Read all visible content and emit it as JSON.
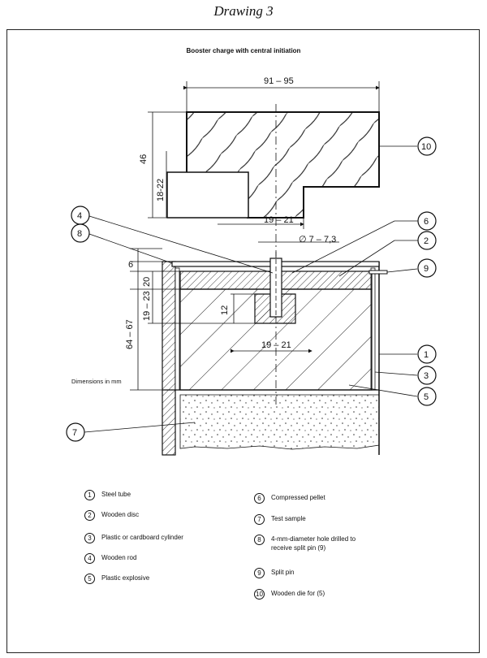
{
  "title": "Drawing 3",
  "caption": "Booster charge with central initiation",
  "dimensions": {
    "top_width": "91 – 95",
    "die_height": "46",
    "step_height": "18-22",
    "step_width": "19 – 21",
    "hole_diameter": "∅ 7 – 7,3",
    "disc_thickness": "6",
    "cyl_top": "20",
    "pellet_recess": "19 – 23",
    "pellet_height": "12",
    "total_height": "64 – 67",
    "pellet_width": "19 – 21",
    "units_note": "Dimensions in mm"
  },
  "callouts": [
    "1",
    "2",
    "3",
    "4",
    "5",
    "6",
    "7",
    "8",
    "9",
    "10"
  ],
  "legend": [
    {
      "num": "1",
      "text": "Steel tube"
    },
    {
      "num": "2",
      "text": "Wooden disc"
    },
    {
      "num": "3",
      "text": "Plastic or cardboard cylinder"
    },
    {
      "num": "4",
      "text": "Wooden rod"
    },
    {
      "num": "5",
      "text": "Plastic explosive"
    },
    {
      "num": "6",
      "text": "Compressed pellet"
    },
    {
      "num": "7",
      "text": "Test sample"
    },
    {
      "num": "8",
      "text": "4-mm-diameter hole drilled to receive split pin (9)"
    },
    {
      "num": "9",
      "text": "Split pin"
    },
    {
      "num": "10",
      "text": "Wooden die for (5)"
    }
  ]
}
